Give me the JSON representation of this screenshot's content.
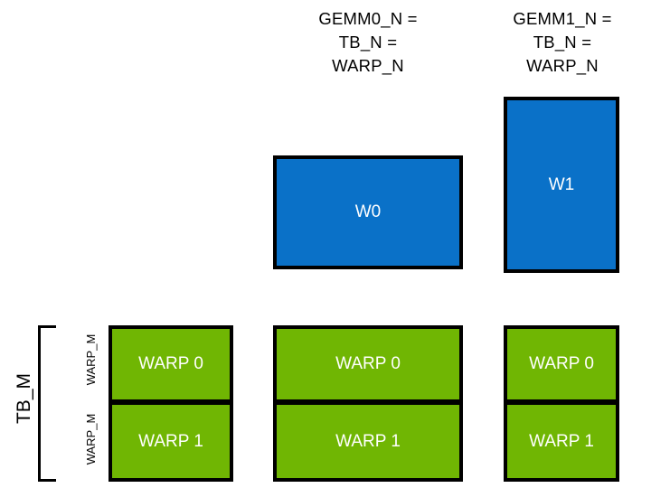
{
  "diagram": {
    "title_captions": [
      {
        "id": "gemm0",
        "text": "GEMM0_N =\nTB_N =\nWARP_N"
      },
      {
        "id": "gemm1",
        "text": "GEMM1_N =\nTB_N =\nWARP_N"
      }
    ],
    "blue_blocks": [
      {
        "id": "w0",
        "label": "W0"
      },
      {
        "id": "w1",
        "label": "W1"
      }
    ],
    "warp_columns": [
      {
        "id": "col0",
        "cells": [
          {
            "label": "WARP 0"
          },
          {
            "label": "WARP 1"
          }
        ]
      },
      {
        "id": "col1",
        "cells": [
          {
            "label": "WARP 0"
          },
          {
            "label": "WARP 1"
          }
        ]
      },
      {
        "id": "col2",
        "cells": [
          {
            "label": "WARP 0"
          },
          {
            "label": "WARP 1"
          }
        ]
      }
    ],
    "axis_labels": {
      "tb_m": "TB_M",
      "warp_m_top": "WARP_M",
      "warp_m_bottom": "WARP_M"
    },
    "colors": {
      "blue": "#0a71c8",
      "green": "#70b603",
      "outline": "#000000",
      "text_on_fill": "#ffffff",
      "background": "#ffffff"
    }
  }
}
